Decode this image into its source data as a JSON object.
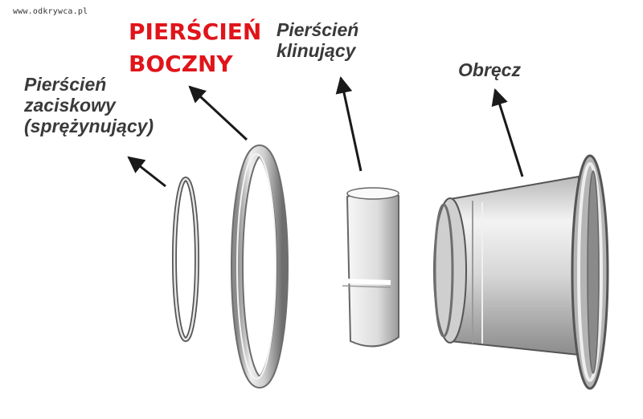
{
  "watermark": "www.odkrywca.pl",
  "labels": {
    "boczny": {
      "line1": "PIERŚCIEŃ",
      "line2": "BOCZNY",
      "color": "#e0141a"
    },
    "klinujacy": {
      "line1": "Pierścień",
      "line2": "klinujący"
    },
    "zaciskowy": {
      "line1": "Pierścień",
      "line2": "zaciskowy",
      "line3": "(sprężynujący)"
    },
    "obrecz": {
      "line1": "Obręcz"
    }
  },
  "colors": {
    "text": "#3a3a3a",
    "accent": "#e0141a",
    "metal_light": "#f2f2f2",
    "metal_dark": "#7a7a7a"
  }
}
